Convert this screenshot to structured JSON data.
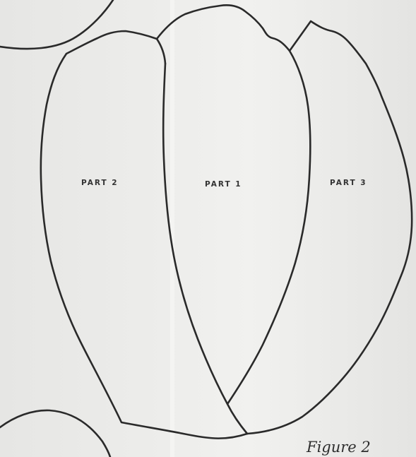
{
  "figure": {
    "caption": "Figure 2",
    "parts": [
      {
        "label": "PART 1"
      },
      {
        "label": "PART 2"
      },
      {
        "label": "PART 3"
      }
    ]
  }
}
